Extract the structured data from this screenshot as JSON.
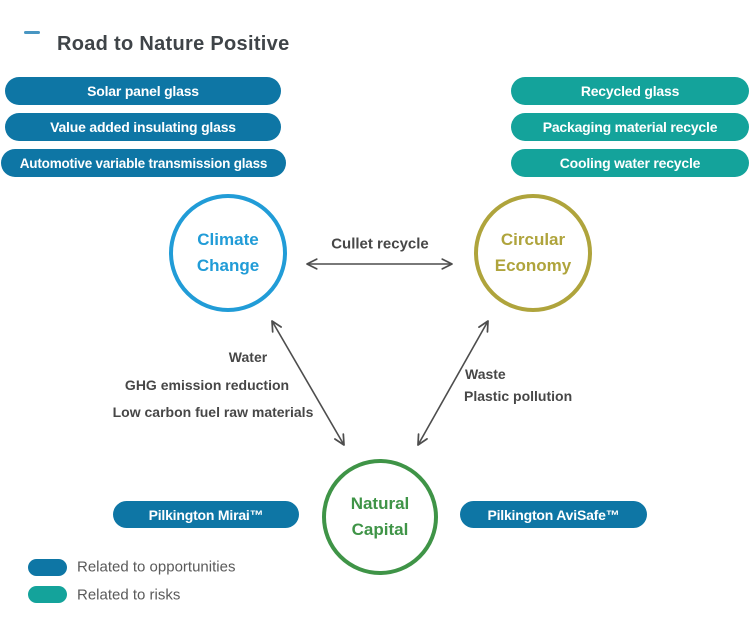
{
  "title": "Road to Nature Positive",
  "colors": {
    "opportunity_blue": "#0E76A5",
    "risk_teal": "#14A39B",
    "climate_blue": "#219CD7",
    "economy_gold": "#AFA43C",
    "capital_green": "#3F9447",
    "arrow_gray": "#4D4D4D",
    "title_dash_blue": "#4896C2"
  },
  "opportunity_pills": [
    {
      "label": "Solar panel glass"
    },
    {
      "label": "Value added insulating glass"
    },
    {
      "label": "Automotive variable transmission glass"
    }
  ],
  "risk_pills": [
    {
      "label": "Recycled glass"
    },
    {
      "label": "Packaging material recycle"
    },
    {
      "label": "Cooling water recycle"
    }
  ],
  "nodes": {
    "climate_change": {
      "line1": "Climate",
      "line2": "Change"
    },
    "circular_economy": {
      "line1": "Circular",
      "line2": "Economy"
    },
    "natural_capital": {
      "line1": "Natural",
      "line2": "Capital"
    }
  },
  "links": {
    "climate_economy": {
      "label": "Cullet recycle"
    },
    "climate_capital": {
      "line1": "Water",
      "line2": "GHG emission reduction",
      "line3": "Low carbon fuel raw materials"
    },
    "economy_capital": {
      "line1": "Waste",
      "line2": "Plastic pollution"
    }
  },
  "product_pills": [
    {
      "label": "Pilkington Mirai™"
    },
    {
      "label": "Pilkington AviSafe™"
    }
  ],
  "legend": [
    {
      "label": "Related to opportunities",
      "color": "#0E76A5"
    },
    {
      "label": "Related to risks",
      "color": "#14A39B"
    }
  ]
}
